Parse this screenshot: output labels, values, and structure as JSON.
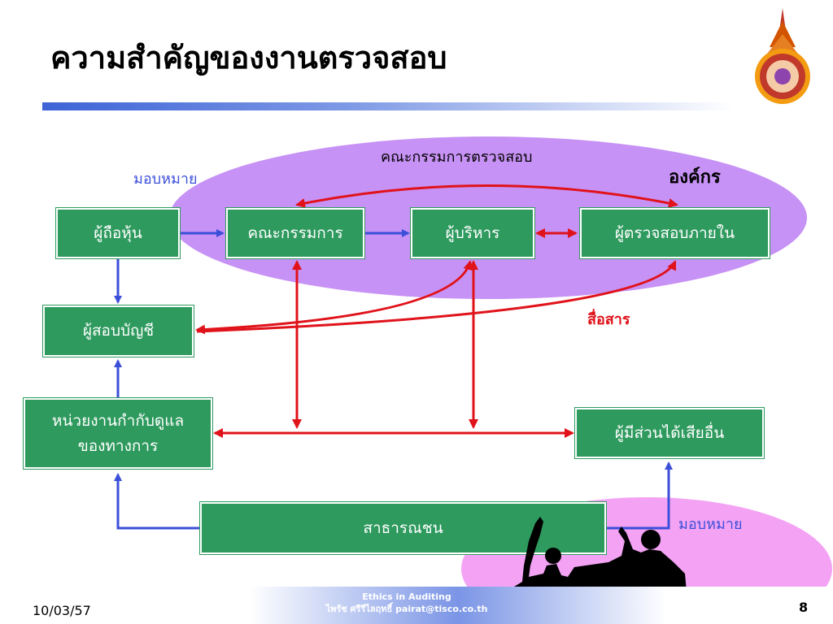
{
  "title": "ความสำคัญของงานตรวจสอบ",
  "colors": {
    "box_green": "#2e9a5e",
    "blue_arrow": "#3b4fd9",
    "red_arrow": "#e0121a",
    "org_ellipse": "#c792f5",
    "public_ellipse": "#f4a3f4"
  },
  "diagram": {
    "nodes": {
      "shareholders": "ผู้ถือหุ้น",
      "board": "คณะกรรมการ",
      "executives": "ผู้บริหาร",
      "internal_auditor": "ผู้ตรวจสอบภายใน",
      "auditor": "ผู้สอบบัญชี",
      "regulator_line1": "หน่วยงานกำกับดูแล",
      "regulator_line2": "ของทางการ",
      "stakeholders": "ผู้มีส่วนได้เสียอื่น",
      "public": "สาธารณชน"
    },
    "labels": {
      "audit_committee": "คณะกรรมการตรวจสอบ",
      "organization": "องค์กร",
      "delegate_top": "มอบหมาย",
      "delegate_bottom": "มอบหมาย",
      "communicate": "สื่อสาร"
    }
  },
  "footer": {
    "date": "10/03/57",
    "center_line1": "Ethics in Auditing",
    "center_line2": "ไพรัช ศรีรีไลฤทธิ์  pairat@tisco.co.th",
    "page": "8"
  },
  "icons": {
    "logo": "university-seal-icon",
    "silhouette": "pointing-people-silhouette-icon"
  }
}
